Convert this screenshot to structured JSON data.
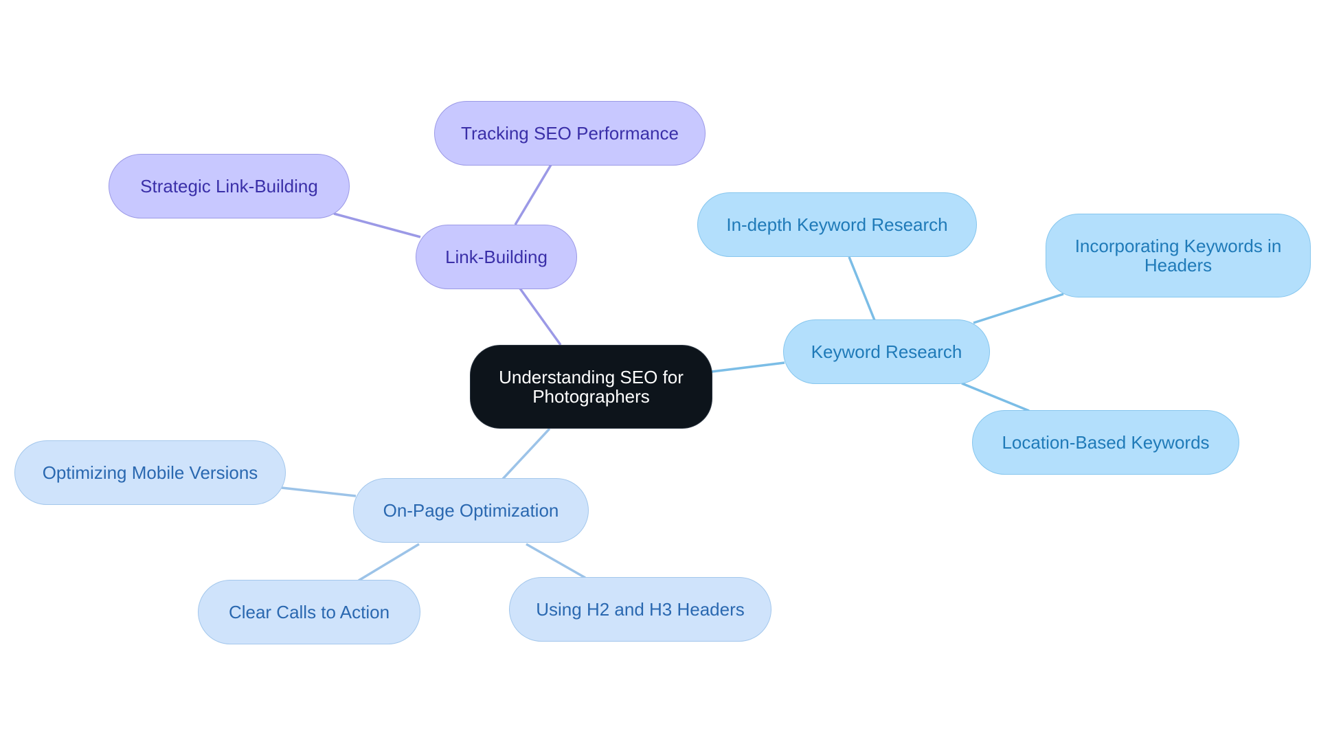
{
  "diagram": {
    "root": {
      "label": "Understanding SEO for Photographers"
    },
    "link_building": {
      "label": "Link-Building",
      "children": [
        {
          "label": "Tracking SEO Performance"
        },
        {
          "label": "Strategic Link-Building"
        }
      ]
    },
    "keyword_research": {
      "label": "Keyword Research",
      "children": [
        {
          "label": "In-depth Keyword Research"
        },
        {
          "label": "Incorporating Keywords in Headers"
        },
        {
          "label": "Location-Based Keywords"
        }
      ]
    },
    "on_page": {
      "label": "On-Page Optimization",
      "children": [
        {
          "label": "Optimizing Mobile Versions"
        },
        {
          "label": "Clear Calls to Action"
        },
        {
          "label": "Using H2 and H3 Headers"
        }
      ]
    },
    "colors": {
      "root_fill": "#0d141b",
      "purple_fill": "#c8c8ff",
      "purple_text": "#3a2fa8",
      "sky_fill": "#b3dffc",
      "sky_text": "#1f7ab8",
      "pale_fill": "#cfe3fb",
      "pale_text": "#2a68b0"
    }
  }
}
